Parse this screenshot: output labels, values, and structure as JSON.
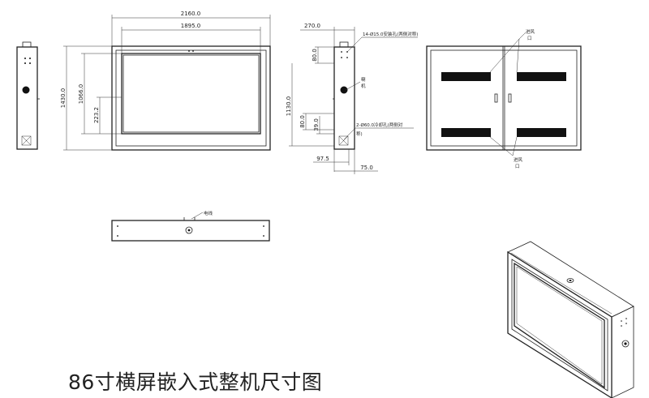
{
  "front_view": {
    "overall_width": "2160.0",
    "screen_width": "1895.0",
    "overall_height": "1430.0",
    "screen_height": "1066.0",
    "screen_offset": "223.2"
  },
  "side_view": {
    "depth": "270.0",
    "dim_top": "80.0",
    "height": "1130.0",
    "dim_bottom_1": "80.0",
    "dim_bottom_2": "39.0",
    "dim_base_1": "97.5",
    "dim_base_2": "75.0",
    "note_holes": "14-Ø15.0安装孔(两侧对称)",
    "note_horn": "喇\n叭",
    "note_drain": "2-Ø60.0冷却孔(两侧对",
    "note_drain_2": "称)"
  },
  "back_view": {
    "vent_top_1": "进风",
    "vent_top_2": "口",
    "vent_bot_1": "进风",
    "vent_bot_2": "口"
  },
  "bottom_view": {
    "note_cable": "电线"
  },
  "caption": "86寸横屏嵌入式整机尺寸图"
}
